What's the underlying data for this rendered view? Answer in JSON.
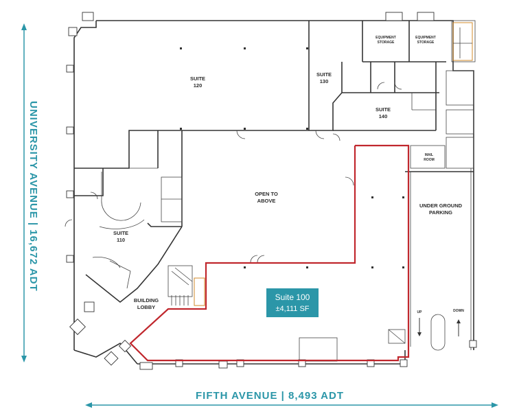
{
  "colors": {
    "street": "#2b96a8",
    "highlight": "#c0272d",
    "badge": "#2b96a8",
    "wall": "#333333"
  },
  "streets": {
    "left": "UNIVERSITY AVENUE | 16,672 ADT",
    "bottom": "FIFTH AVENUE | 8,493 ADT"
  },
  "rooms": {
    "suite120": [
      "SUITE",
      "120"
    ],
    "suite130": [
      "SUITE",
      "130"
    ],
    "suite140": [
      "SUITE",
      "140"
    ],
    "suite110": [
      "SUITE",
      "110"
    ],
    "equip1": [
      "EQUIPMENT",
      "STORAGE"
    ],
    "equip2": [
      "EQUIPMENT",
      "STORAGE"
    ],
    "mail": [
      "MAIL",
      "ROOM"
    ],
    "open": [
      "OPEN TO",
      "ABOVE"
    ],
    "parking": [
      "UNDER GROUND",
      "PARKING"
    ],
    "lobby": [
      "BUILDING",
      "LOBBY"
    ],
    "up": "UP",
    "down": "DOWN"
  },
  "highlight": {
    "title": "Suite 100",
    "area": "±4,111 SF"
  }
}
